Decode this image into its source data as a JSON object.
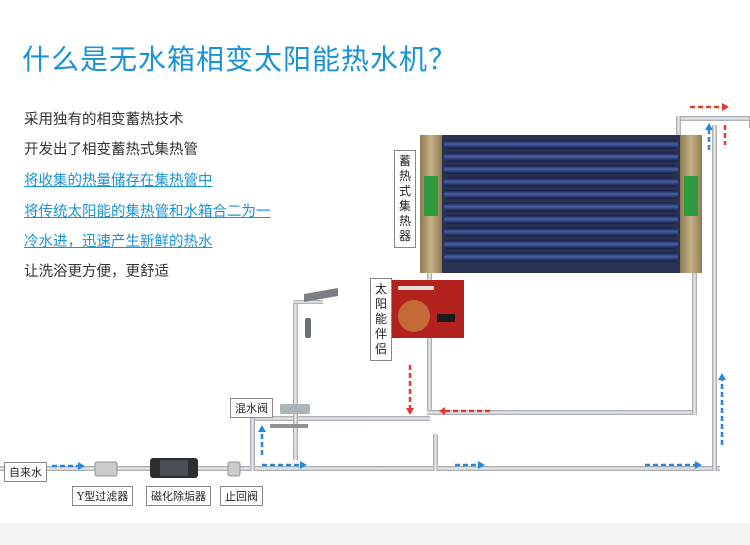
{
  "title": "什么是无水箱相变太阳能热水机？",
  "description_lines": [
    "采用独有的相变蓄热技术",
    "开发出了相变蓄热式集热管",
    "将收集的热量储存在集热管中",
    "将传统太阳能的集热管和水箱合二为一",
    "冷水进，迅速产生新鲜的热水",
    "让洗浴更方便，更舒适"
  ],
  "labels": {
    "collector": "蓄热式集热器",
    "companion": "太阳能伴侣",
    "mixing_valve": "混水阀",
    "tap_water": "自来水",
    "y_filter": "Y型过滤器",
    "descaler": "磁化除垢器",
    "check_valve": "止回阀"
  },
  "colors": {
    "title": "#1a93d2",
    "highlight": "#1a93d2",
    "hot_arrow": "#e23a2e",
    "cold_arrow": "#2a86d6",
    "pipe": "#bfc3c6",
    "frame": "#a8926a",
    "tube": "#1e2c5e",
    "companion_body": "#b3221c"
  }
}
